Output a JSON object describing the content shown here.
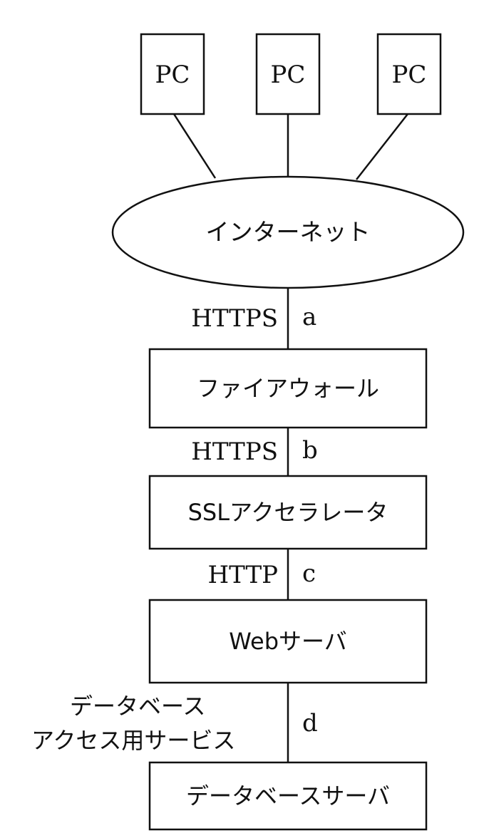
{
  "nodes": {
    "pc1": "PC",
    "pc2": "PC",
    "pc3": "PC",
    "internet": "インターネット",
    "firewall": "ファイアウォール",
    "ssl_accelerator": "SSLアクセラレータ",
    "web_server": "Webサーバ",
    "db_server": "データベースサーバ"
  },
  "links": {
    "a": {
      "protocol": "HTTPS",
      "id": "a"
    },
    "b": {
      "protocol": "HTTPS",
      "id": "b"
    },
    "c": {
      "protocol": "HTTP",
      "id": "c"
    },
    "d": {
      "protocol_line1": "データベース",
      "protocol_line2": "アクセス用サービス",
      "id": "d"
    }
  }
}
